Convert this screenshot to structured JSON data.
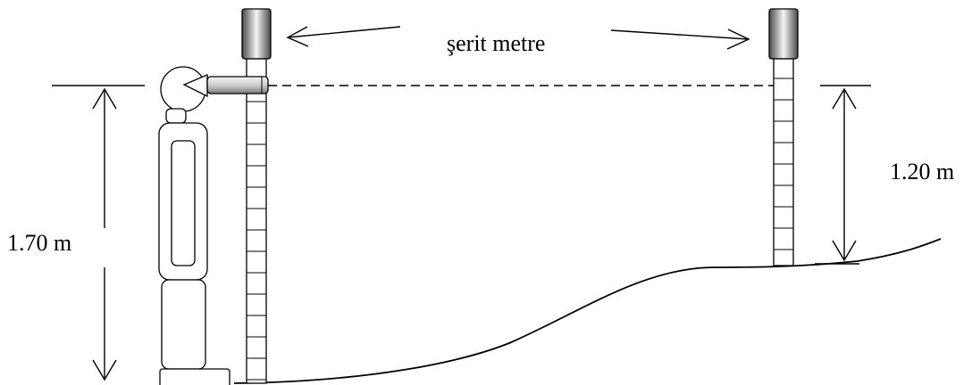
{
  "labels": {
    "tape": "şerit metre",
    "left_height": "1.70 m",
    "right_height": "1.20 m"
  },
  "colors": {
    "ink": "#000000",
    "background": "#ffffff",
    "tape_dark": "#4a4a4a",
    "tape_light": "#f2f2f2"
  }
}
